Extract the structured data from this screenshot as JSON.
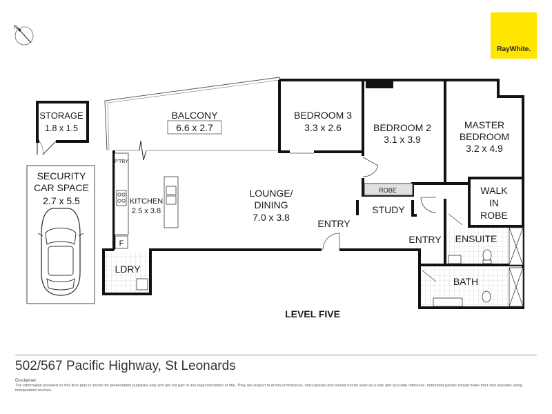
{
  "brand": {
    "name": "RayWhite.",
    "color": "#ffe600"
  },
  "north_label": "N",
  "level": "LEVEL FIVE",
  "rooms": {
    "storage": {
      "name": "STORAGE",
      "size": "1.8 x 1.5"
    },
    "car": {
      "name1": "SECURITY",
      "name2": "CAR SPACE",
      "size": "2.7 x 5.5"
    },
    "balcony": {
      "name": "BALCONY",
      "size": "6.6 x 2.7"
    },
    "bed3": {
      "name": "BEDROOM 3",
      "size": "3.3 x 2.6"
    },
    "bed2": {
      "name": "BEDROOM 2",
      "size": "3.1 x 3.9"
    },
    "master": {
      "name1": "MASTER",
      "name2": "BEDROOM",
      "size": "3.2 x 4.9"
    },
    "pantry": {
      "name": "P'TRY"
    },
    "kitchen": {
      "name": "KITCHEN",
      "size": "2.5 x 3.8"
    },
    "fridge": {
      "name": "F"
    },
    "lounge": {
      "name1": "LOUNGE/",
      "name2": "DINING",
      "size": "7.0 x 3.8"
    },
    "robe": {
      "name": "ROBE"
    },
    "study": {
      "name": "STUDY"
    },
    "walkin": {
      "name1": "WALK",
      "name2": "IN",
      "name3": "ROBE"
    },
    "entry_main": {
      "name": "ENTRY"
    },
    "entry_hall": {
      "name": "ENTRY"
    },
    "ensuite": {
      "name": "ENSUITE"
    },
    "bath": {
      "name": "BATH"
    },
    "laundry": {
      "name": "LDRY"
    }
  },
  "address": "502/567 Pacific Highway, St Leonards",
  "disclaimer": {
    "label": "Disclaimer:",
    "text": "The information provided on this floor plan is shown for presentation purposes only and are not part of any legal document or title. They are subject to errors,ommissions, inaccuracies and should not be used as a sole and accurate reference. Interested parties should make their own inquiries using independent sources."
  }
}
